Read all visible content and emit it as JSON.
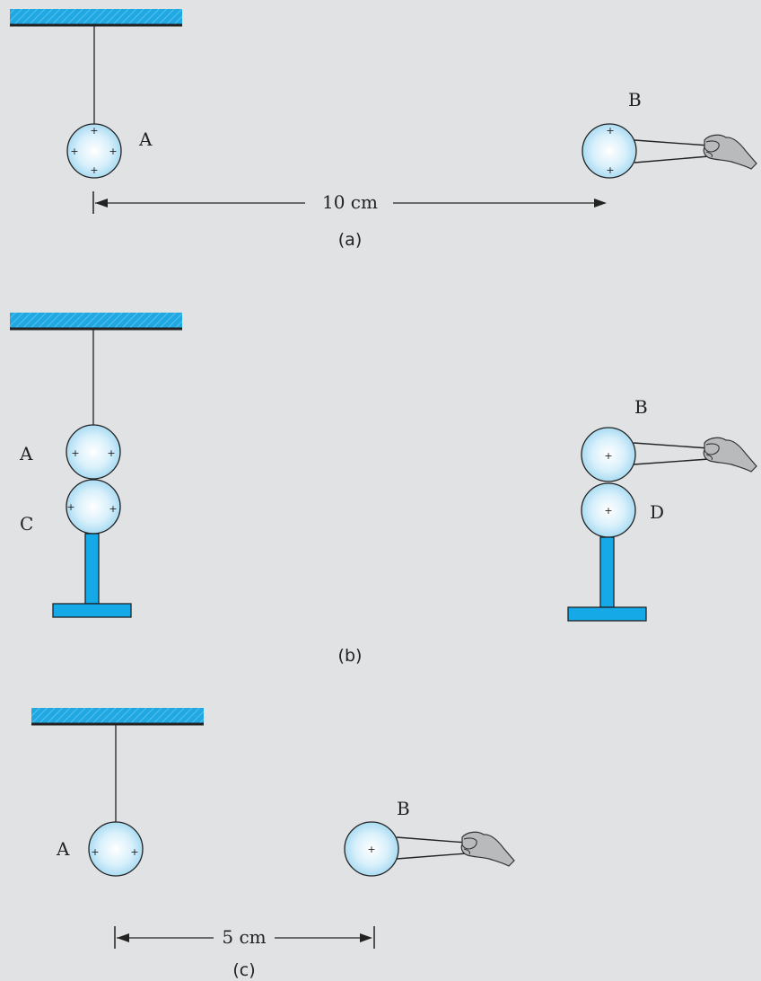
{
  "panels": {
    "a": {
      "caption": "(a)",
      "sphere_a_label": "A",
      "sphere_b_label": "B",
      "distance_label": "10 cm",
      "sphere_a_charges": [
        "+",
        "+",
        "+",
        "+"
      ],
      "sphere_b_charges": [
        "+",
        "+"
      ]
    },
    "b": {
      "caption": "(b)",
      "sphere_a_label": "A",
      "sphere_c_label": "C",
      "sphere_b_label": "B",
      "sphere_d_label": "D",
      "sphere_a_charges": [
        "+",
        "+"
      ],
      "sphere_c_charges": [
        "+",
        "+"
      ],
      "sphere_b_charges": [
        "+"
      ],
      "sphere_d_charges": [
        "+"
      ]
    },
    "c": {
      "caption": "(c)",
      "sphere_a_label": "A",
      "sphere_b_label": "B",
      "distance_label": "5 cm",
      "sphere_a_charges": [
        "+",
        "+"
      ],
      "sphere_b_charges": [
        "+"
      ]
    }
  },
  "colors": {
    "background": "#e1e2e4",
    "support_blue": "#1fa8e2",
    "stand_blue": "#15a9e8",
    "sphere_center": "#ffffff",
    "sphere_edge": "#9fd6f0",
    "hand_gray": "#b9babc"
  }
}
